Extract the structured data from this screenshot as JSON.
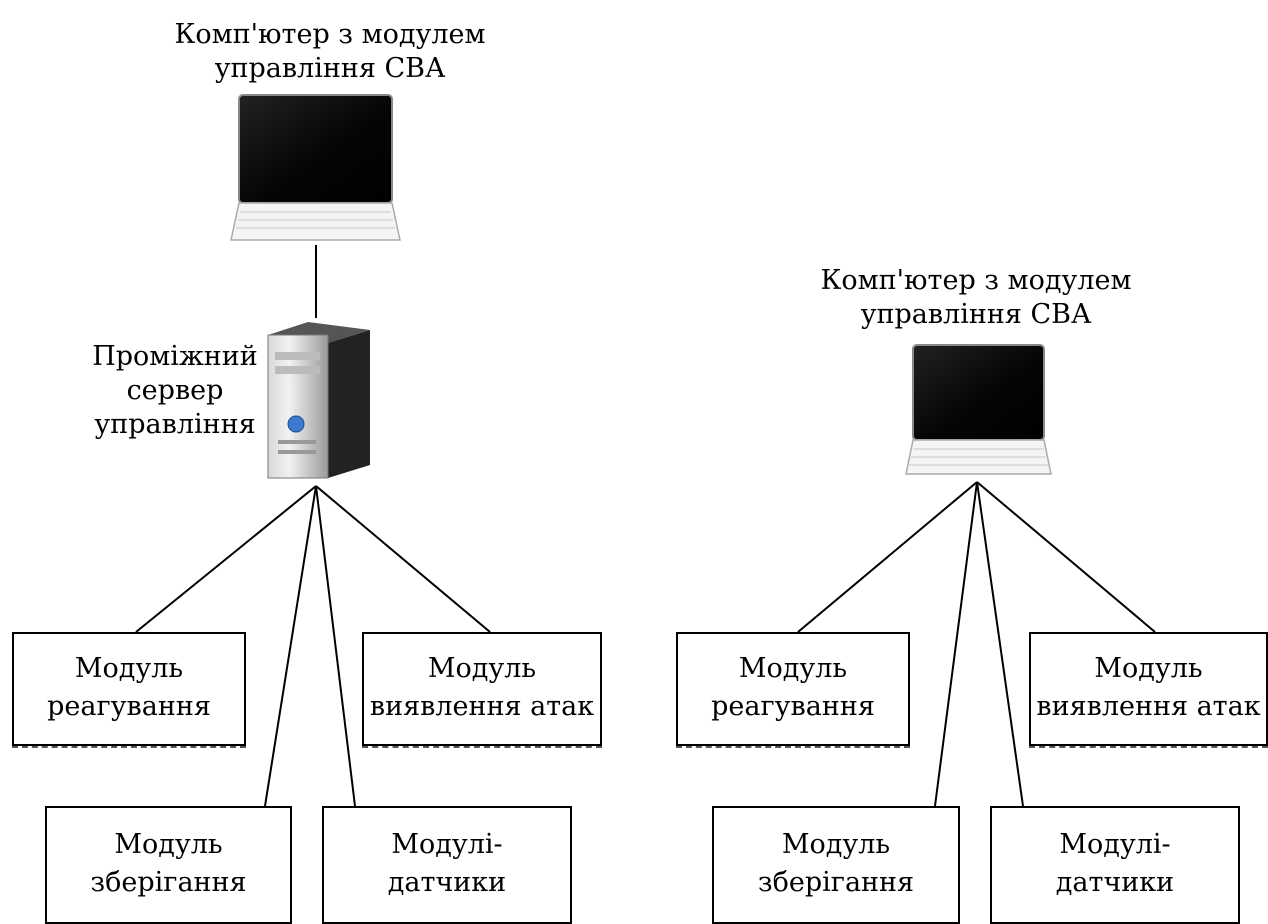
{
  "diagram_left": {
    "top_computer": {
      "line1": "Комп'ютер з модулем",
      "line2": "управління СВА"
    },
    "server": {
      "line1": "Проміжний",
      "line2": "сервер",
      "line3": "управління"
    },
    "modules": {
      "response": {
        "line1": "Модуль",
        "line2": "реагування"
      },
      "detection": {
        "line1": "Модуль",
        "line2": "виявлення атак"
      },
      "storage": {
        "line1": "Модуль",
        "line2": "зберігання"
      },
      "sensors": {
        "line1": "Модулі-",
        "line2": "датчики"
      }
    }
  },
  "diagram_right": {
    "top_computer": {
      "line1": "Комп'ютер з модулем",
      "line2": "управління СВА"
    },
    "modules": {
      "response": {
        "line1": "Модуль",
        "line2": "реагування"
      },
      "detection": {
        "line1": "Модуль",
        "line2": "виявлення атак"
      },
      "storage": {
        "line1": "Модуль",
        "line2": "зберігання"
      },
      "sensors": {
        "line1": "Модулі-",
        "line2": "датчики"
      }
    }
  },
  "icons": [
    "laptop-icon",
    "server-tower-icon"
  ]
}
